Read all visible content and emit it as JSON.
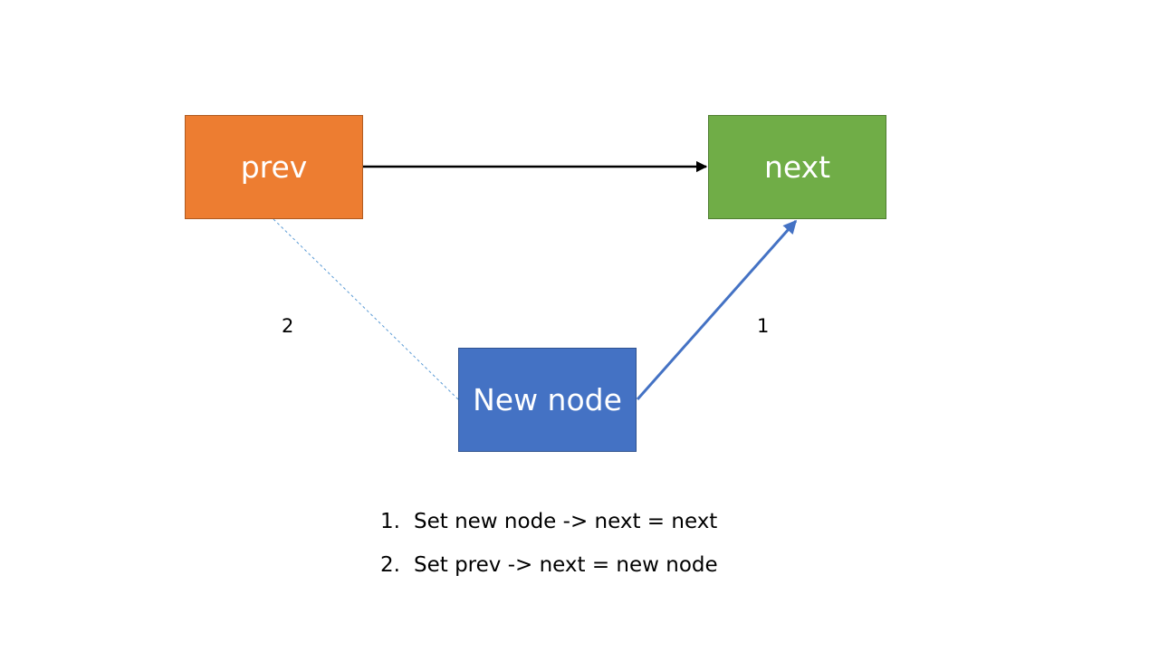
{
  "nodes": {
    "prev": {
      "label": "prev",
      "color": "#ed7d31"
    },
    "next": {
      "label": "next",
      "color": "#70ad47"
    },
    "new_node": {
      "label": "New node",
      "color": "#4472c4"
    }
  },
  "edges": [
    {
      "from": "prev",
      "to": "next",
      "style": "solid",
      "color": "#000000"
    },
    {
      "from": "new_node",
      "to": "next",
      "style": "solid",
      "color": "#4472c4",
      "step": "1"
    },
    {
      "from": "prev",
      "to": "new_node",
      "style": "dashed",
      "color": "#5b9bd5",
      "step": "2"
    }
  ],
  "step_labels": {
    "one": "1",
    "two": "2"
  },
  "steps": [
    {
      "number": "1.",
      "text": "Set new node -> next = next"
    },
    {
      "number": "2.",
      "text": "Set prev -> next = new node"
    }
  ]
}
